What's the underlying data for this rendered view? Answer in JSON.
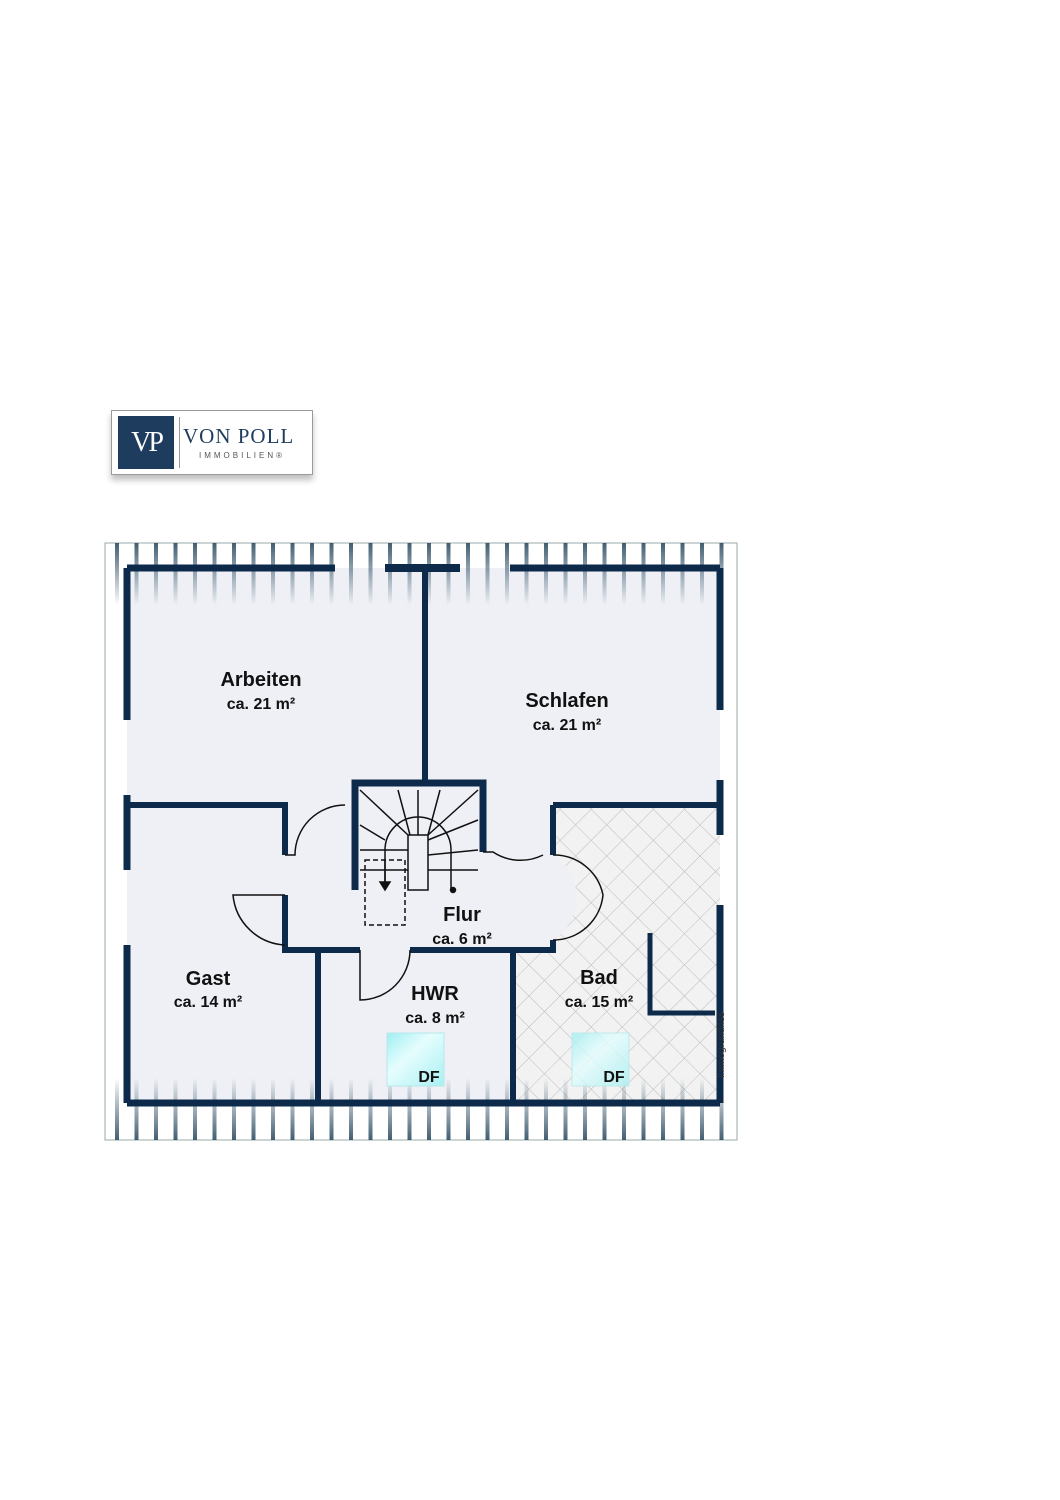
{
  "logo": {
    "mark": "VP",
    "name": "VON POLL",
    "sub": "IMMOBILIEN®"
  },
  "colors": {
    "wall": "#0d2a4a",
    "floor": "#eef0f5",
    "skylight": "#bff3f5"
  },
  "rooms": [
    {
      "name": "Arbeiten",
      "area": "ca. 21 m²"
    },
    {
      "name": "Schlafen",
      "area": "ca. 21 m²"
    },
    {
      "name": "Flur",
      "area": "ca. 6 m²"
    },
    {
      "name": "Gast",
      "area": "ca. 14 m²"
    },
    {
      "name": "HWR",
      "area": "ca. 8 m²"
    },
    {
      "name": "Bad",
      "area": "ca. 15 m²"
    }
  ],
  "skylights": [
    "DF",
    "DF"
  ],
  "watermark": "Immogrundriss"
}
